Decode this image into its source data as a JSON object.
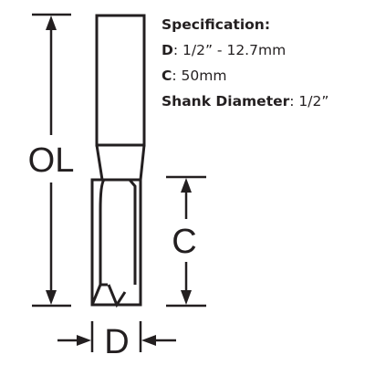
{
  "diagram": {
    "labels": {
      "overall_length": "OL",
      "cutting_length": "C",
      "diameter": "D"
    },
    "line_color": "#231f20"
  },
  "specification": {
    "heading": "Specification:",
    "rows": [
      {
        "key": "D",
        "separator": ": ",
        "value": "1/2” - 12.7mm"
      },
      {
        "key": "C",
        "separator": ": ",
        "value": "50mm"
      },
      {
        "key": "Shank Diameter",
        "separator": ": ",
        "value": "1/2”"
      }
    ]
  }
}
